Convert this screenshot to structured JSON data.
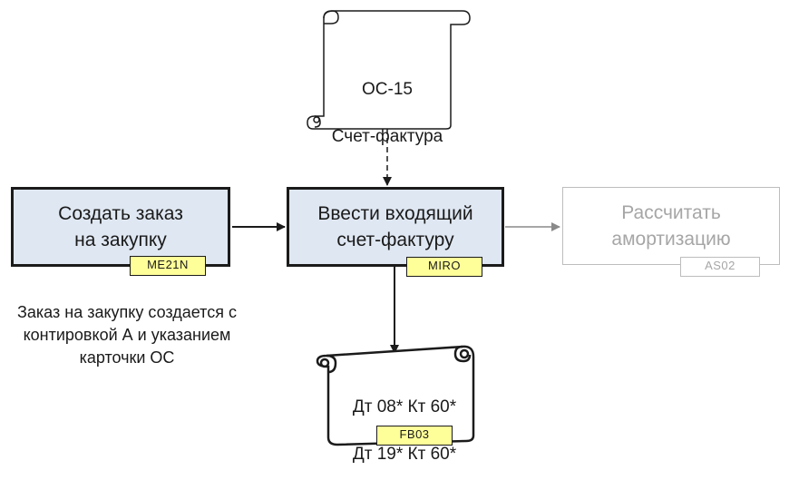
{
  "document_scroll": {
    "line1": "ОС-15",
    "line2": "Счет-фактура"
  },
  "steps": [
    {
      "label": "Создать заказ\nна закупку",
      "tcode": "ME21N",
      "state": "active"
    },
    {
      "label": "Ввести входящий\nсчет-фактуру",
      "tcode": "MIRO",
      "state": "active"
    },
    {
      "label": "Рассчитать\nамортизацию",
      "tcode": "AS02",
      "state": "inactive"
    }
  ],
  "note": "Заказ на закупку создается с\nконтировкой А и указанием\nкарточки ОС",
  "posting_scroll": {
    "line1": "Дт 08* Кт 60*",
    "line2": "Дт 19* Кт 60*",
    "tcode": "FB03"
  },
  "colors": {
    "active_fill": "#dfe7f2",
    "inactive_border": "#bdbdbd",
    "tag_fill": "#ffff99",
    "stroke": "#1b1b1b"
  }
}
